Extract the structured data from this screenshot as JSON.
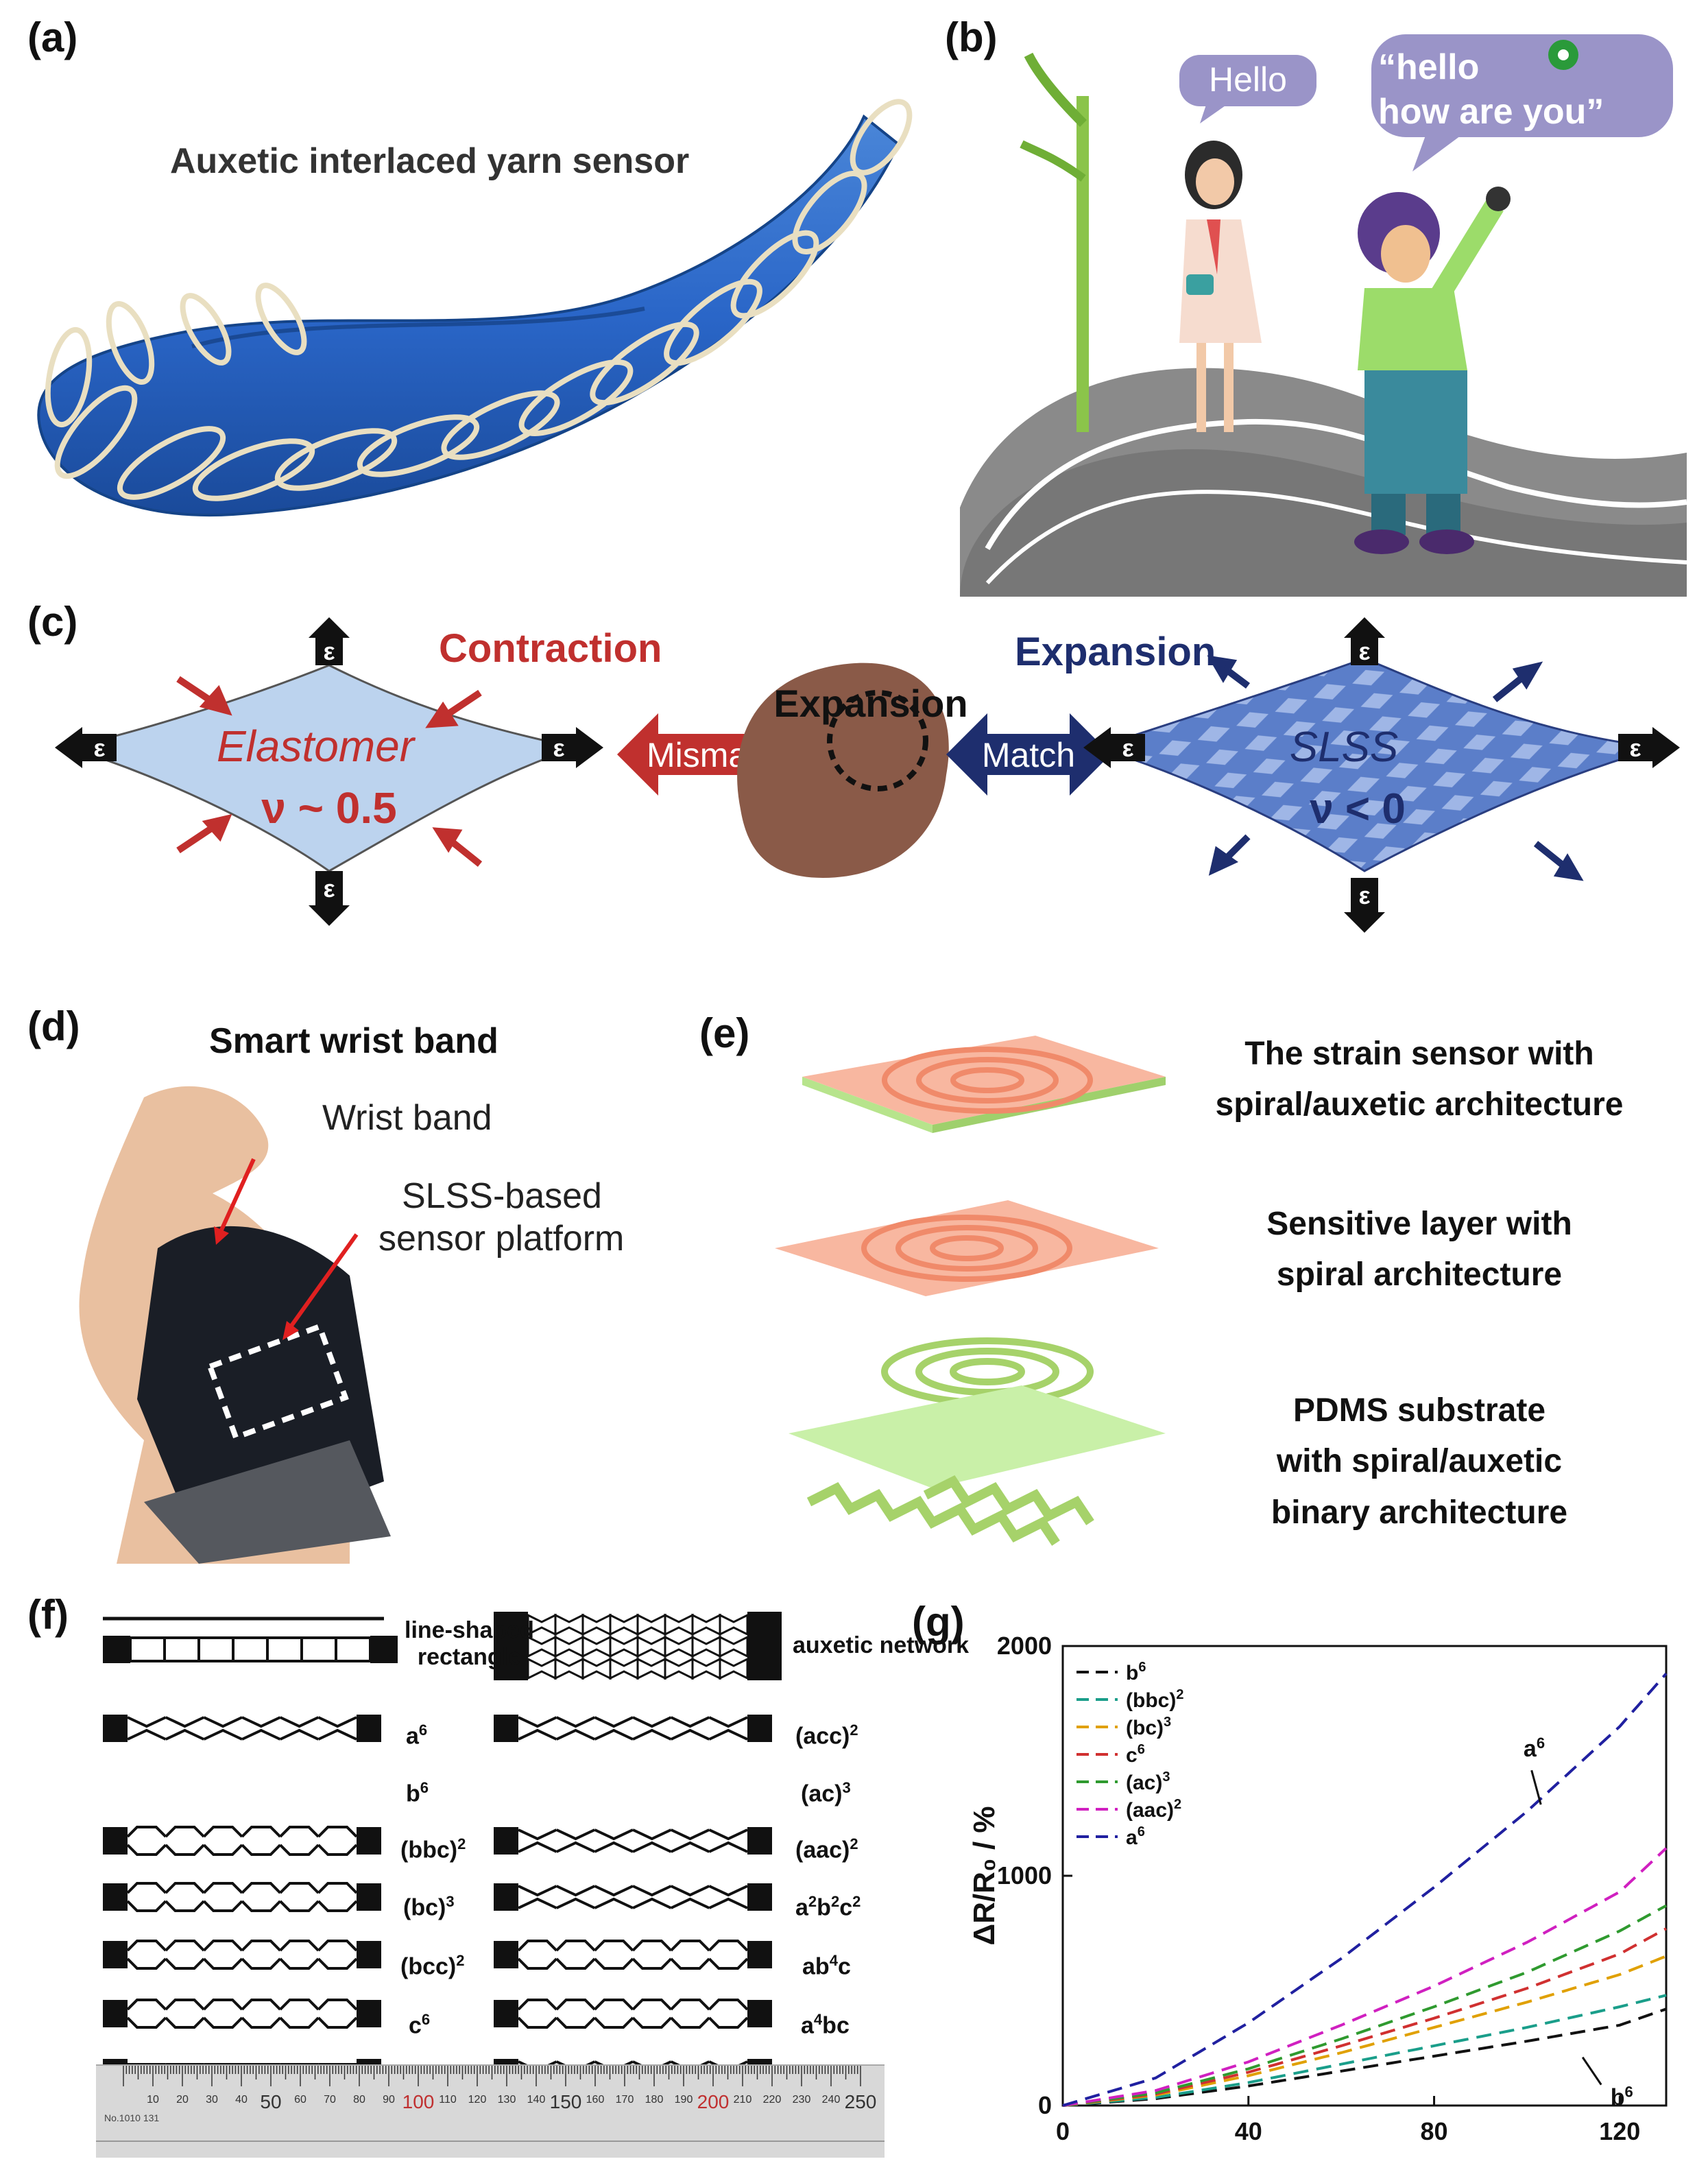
{
  "panels": {
    "a": {
      "label": "(a)",
      "title": "Auxetic interlaced yarn sensor"
    },
    "b": {
      "label": "(b)",
      "bubble_left": "Hello",
      "bubble_right_line1": "“hello",
      "bubble_right_line2": "how are you”"
    },
    "c": {
      "label": "(c)",
      "contraction": "Contraction",
      "expansion_center": "Expansion",
      "expansion_right": "Expansion",
      "elastomer": "Elastomer",
      "nu_elastomer": "ν ~ 0.5",
      "mismatch": "Mismatch",
      "match": "Match",
      "slss": "SLSS",
      "nu_slss": "ν < 0",
      "epsilon": "ε"
    },
    "d": {
      "label": "(d)",
      "title": "Smart wrist band",
      "wrist_band": "Wrist band",
      "platform_line1": "SLSS-based",
      "platform_line2": "sensor platform"
    },
    "e": {
      "label": "(e)",
      "layer1_line1": "The strain sensor with",
      "layer1_line2": "spiral/auxetic architecture",
      "layer2_line1": "Sensitive layer with",
      "layer2_line2": "spiral architecture",
      "layer3_line1": "PDMS substrate",
      "layer3_line2": "with spiral/auxetic",
      "layer3_line3": "binary architecture"
    },
    "f": {
      "label": "(f)",
      "left_column": [
        "line-shaped",
        "rectangle",
        "a6",
        "b6",
        "(bbc)2",
        "(bc)3",
        "(bcc)2",
        "c6"
      ],
      "right_column": [
        "auxetic network",
        "(acc)2",
        "(ac)3",
        "(aac)2",
        "a2b2c2",
        "ab4c",
        "a4bc"
      ],
      "ruler_ticks": [
        "10",
        "20",
        "30",
        "40",
        "50",
        "60",
        "70",
        "80",
        "90",
        "100",
        "110",
        "120",
        "130",
        "140",
        "150",
        "160",
        "170",
        "180",
        "190",
        "200",
        "210",
        "220",
        "230",
        "240",
        "250"
      ],
      "ruler_text": "No.1010 131"
    },
    "g": {
      "label": "(g)"
    }
  },
  "chart_data": {
    "type": "line",
    "title": "",
    "xlabel": "",
    "ylabel": "ΔR/R₀ / %",
    "xlim": [
      0,
      130
    ],
    "ylim": [
      0,
      2000
    ],
    "xticks": [
      0,
      40,
      80,
      120
    ],
    "yticks": [
      0,
      1000,
      2000
    ],
    "legend_position": "top-left",
    "series": [
      {
        "name": "b6",
        "color": "#111111",
        "x": [
          0,
          20,
          40,
          60,
          80,
          100,
          120,
          130
        ],
        "values": [
          0,
          30,
          85,
          150,
          215,
          280,
          350,
          420
        ]
      },
      {
        "name": "(bbc)2",
        "color": "#1a9e8a",
        "x": [
          0,
          20,
          40,
          60,
          80,
          100,
          120,
          130
        ],
        "values": [
          0,
          35,
          100,
          180,
          260,
          340,
          430,
          480
        ]
      },
      {
        "name": "(bc)3",
        "color": "#e0a000",
        "x": [
          0,
          20,
          40,
          60,
          80,
          100,
          120,
          130
        ],
        "values": [
          0,
          45,
          130,
          230,
          340,
          450,
          570,
          650
        ]
      },
      {
        "name": "c6",
        "color": "#d03030",
        "x": [
          0,
          20,
          40,
          60,
          80,
          100,
          120,
          130
        ],
        "values": [
          0,
          50,
          145,
          260,
          380,
          510,
          660,
          770
        ]
      },
      {
        "name": "(ac)3",
        "color": "#2f9a2f",
        "x": [
          0,
          20,
          40,
          60,
          80,
          100,
          120,
          130
        ],
        "values": [
          0,
          55,
          160,
          290,
          430,
          580,
          760,
          870
        ]
      },
      {
        "name": "(aac)2",
        "color": "#d020c0",
        "x": [
          0,
          20,
          40,
          60,
          80,
          100,
          120,
          130
        ],
        "values": [
          0,
          65,
          190,
          350,
          520,
          710,
          930,
          1120
        ]
      },
      {
        "name": "a6",
        "color": "#2020a0",
        "x": [
          0,
          20,
          40,
          60,
          80,
          100,
          120,
          130
        ],
        "values": [
          0,
          120,
          360,
          640,
          950,
          1280,
          1650,
          1880
        ]
      }
    ],
    "annotations": [
      "a6",
      "b6"
    ]
  }
}
